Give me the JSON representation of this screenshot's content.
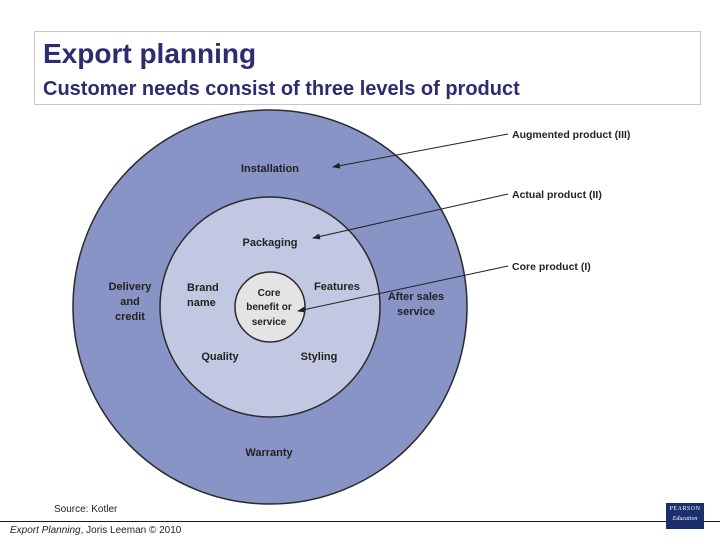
{
  "header": {
    "title": "Export planning",
    "subtitle": "Customer needs consist of three levels of product"
  },
  "diagram": {
    "colors": {
      "outer": "#8893c6",
      "middle": "#c2c8e2",
      "core": "#e4e4e4",
      "stroke": "#2a2a2a"
    },
    "outer_labels": {
      "installation": "Installation",
      "delivery_1": "Delivery",
      "delivery_2": "and",
      "delivery_3": "credit",
      "after_1": "After sales",
      "after_2": "service",
      "warranty": "Warranty"
    },
    "middle_labels": {
      "packaging": "Packaging",
      "brand_1": "Brand",
      "brand_2": "name",
      "features": "Features",
      "quality": "Quality",
      "styling": "Styling"
    },
    "core_labels": {
      "line1": "Core",
      "line2": "benefit or",
      "line3": "service"
    },
    "callouts": {
      "augmented": "Augmented product (III)",
      "actual": "Actual product (II)",
      "core": "Core product (I)"
    }
  },
  "source": "Source: Kotler",
  "footer": {
    "book": "Export Planning",
    "rest": ", Joris Leeman © 2010"
  },
  "logo": {
    "line1": "PEARSON",
    "line2": "Education"
  }
}
